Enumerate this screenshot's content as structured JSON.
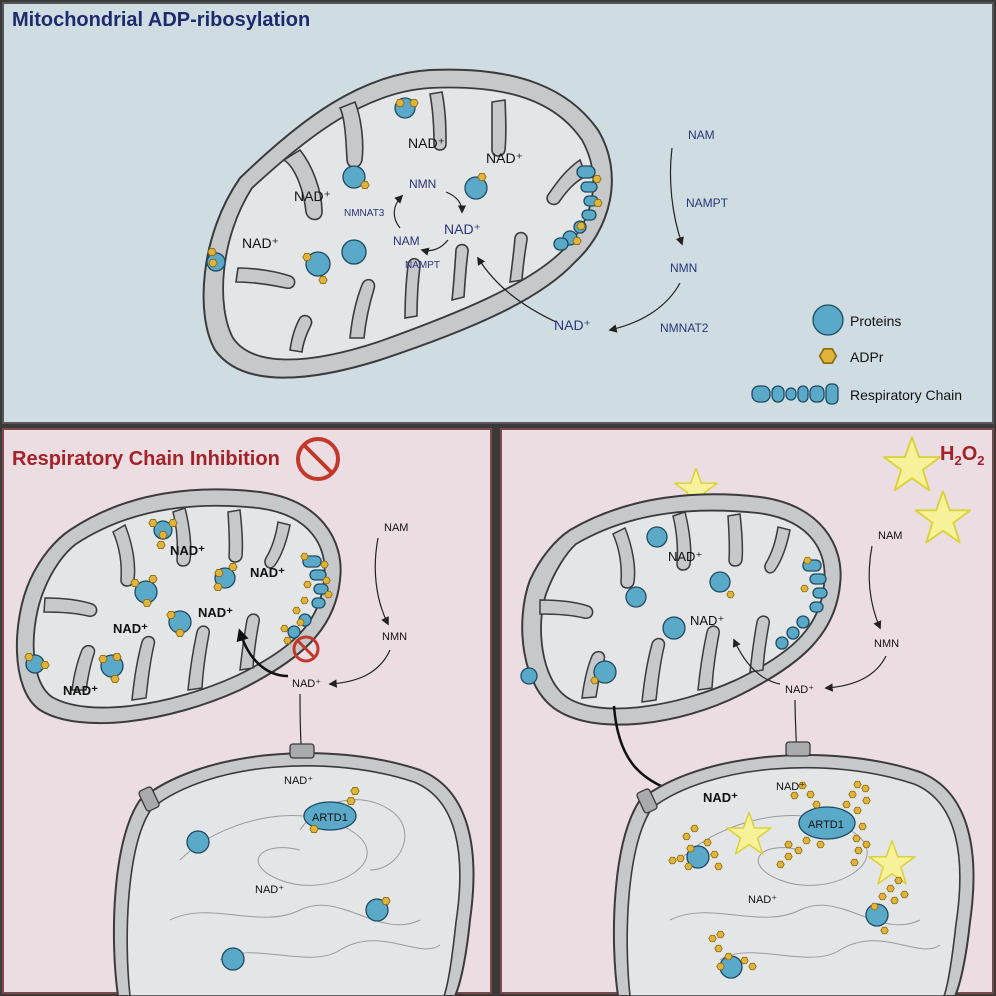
{
  "panel_top": {
    "title": "Mitochondrial ADP-ribosylation",
    "inner": {
      "nad_labels": [
        "NAD⁺",
        "NAD⁺",
        "NAD⁺",
        "NAD⁺"
      ],
      "cycle_nmn": "NMN",
      "cycle_nad": "NAD⁺",
      "cycle_nam": "NAM",
      "cycle_nmnat3": "NMNAT3",
      "cycle_nampt": "NAMPT"
    },
    "outer": {
      "nam": "NAM",
      "nampt": "NAMPT",
      "nmn": "NMN",
      "nmnat2": "NMNAT2",
      "nad": "NAD⁺"
    },
    "legend": {
      "proteins": "Proteins",
      "adpr": "ADPr",
      "respiratory_chain": "Respiratory Chain"
    },
    "colors": {
      "background": "#cfdde3",
      "title": "#1f2a6e",
      "enzyme_text": "#2a3578"
    }
  },
  "panel_left": {
    "title": "Respiratory Chain Inhibition",
    "mito_nad_labels": [
      "NAD⁺",
      "NAD⁺",
      "NAD⁺",
      "NAD⁺",
      "NAD⁺"
    ],
    "nam": "NAM",
    "nmn": "NMN",
    "nad_cyto": "NAD⁺",
    "nad_nucleus_top": "NAD⁺",
    "nad_nucleus_mid": "NAD⁺",
    "artd1": "ARTD1",
    "colors": {
      "background": "#ecdde2",
      "title": "#a3222a",
      "inhibit": "#c0392b"
    }
  },
  "panel_right": {
    "h2o2_label": {
      "base": "H",
      "sub1": "2",
      "mid": "O",
      "sub2": "2"
    },
    "mito_nad_labels": [
      "NAD⁺",
      "NAD⁺"
    ],
    "nam": "NAM",
    "nmn": "NMN",
    "nad_cyto": "NAD⁺",
    "nad_nucleus_left": "NAD⁺",
    "nad_nucleus_top": "NAD⁺",
    "nad_nucleus_mid": "NAD⁺",
    "artd1": "ARTD1",
    "colors": {
      "background": "#ecdde2",
      "star": "#f7f29a"
    }
  },
  "palette": {
    "protein": "#5aa9c9",
    "adpr": "#e0b43a",
    "membrane": "#9a9a9a",
    "matrix": "#e3e5e6"
  }
}
